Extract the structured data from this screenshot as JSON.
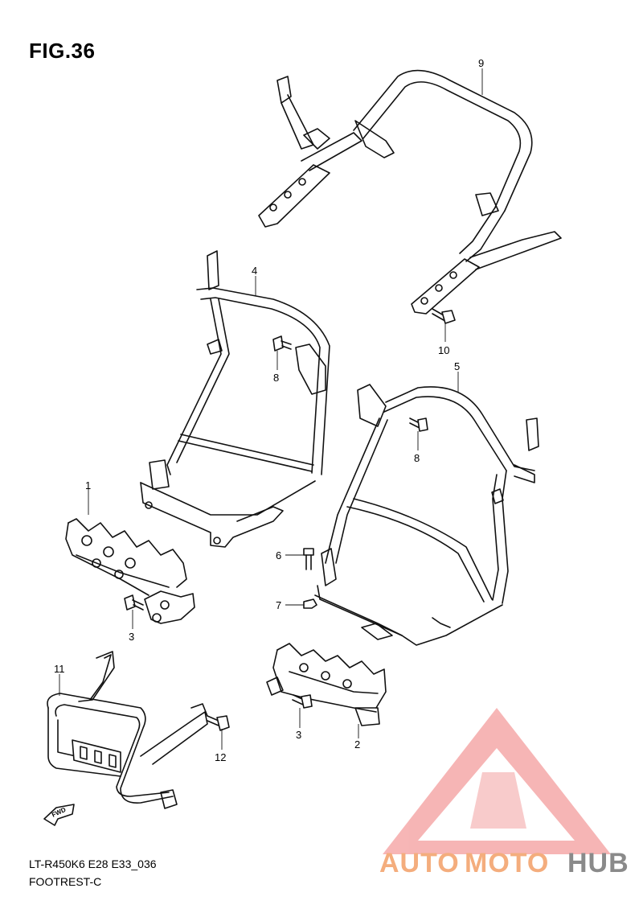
{
  "figure": {
    "title": "FIG.36",
    "code": "LT-R450K6 E28 E33_036",
    "name": "FOOTREST-C"
  },
  "callouts": [
    {
      "id": "callout-1",
      "label": "1"
    },
    {
      "id": "callout-2",
      "label": "2"
    },
    {
      "id": "callout-3a",
      "label": "3"
    },
    {
      "id": "callout-3b",
      "label": "3"
    },
    {
      "id": "callout-4",
      "label": "4"
    },
    {
      "id": "callout-5",
      "label": "5"
    },
    {
      "id": "callout-6",
      "label": "6"
    },
    {
      "id": "callout-7",
      "label": "7"
    },
    {
      "id": "callout-8a",
      "label": "8"
    },
    {
      "id": "callout-8b",
      "label": "8"
    },
    {
      "id": "callout-9",
      "label": "9"
    },
    {
      "id": "callout-10",
      "label": "10"
    },
    {
      "id": "callout-11",
      "label": "11"
    },
    {
      "id": "callout-12",
      "label": "12"
    }
  ],
  "direction_badge": "FWD",
  "watermark": {
    "part1": "AUTO",
    "part2": "MOTO",
    "part3": "HUB",
    "logo": "triangle-m-logo",
    "colors": {
      "red": "#e94b4b",
      "orange": "#f4ad7d",
      "gray": "#8a8a8a"
    }
  }
}
